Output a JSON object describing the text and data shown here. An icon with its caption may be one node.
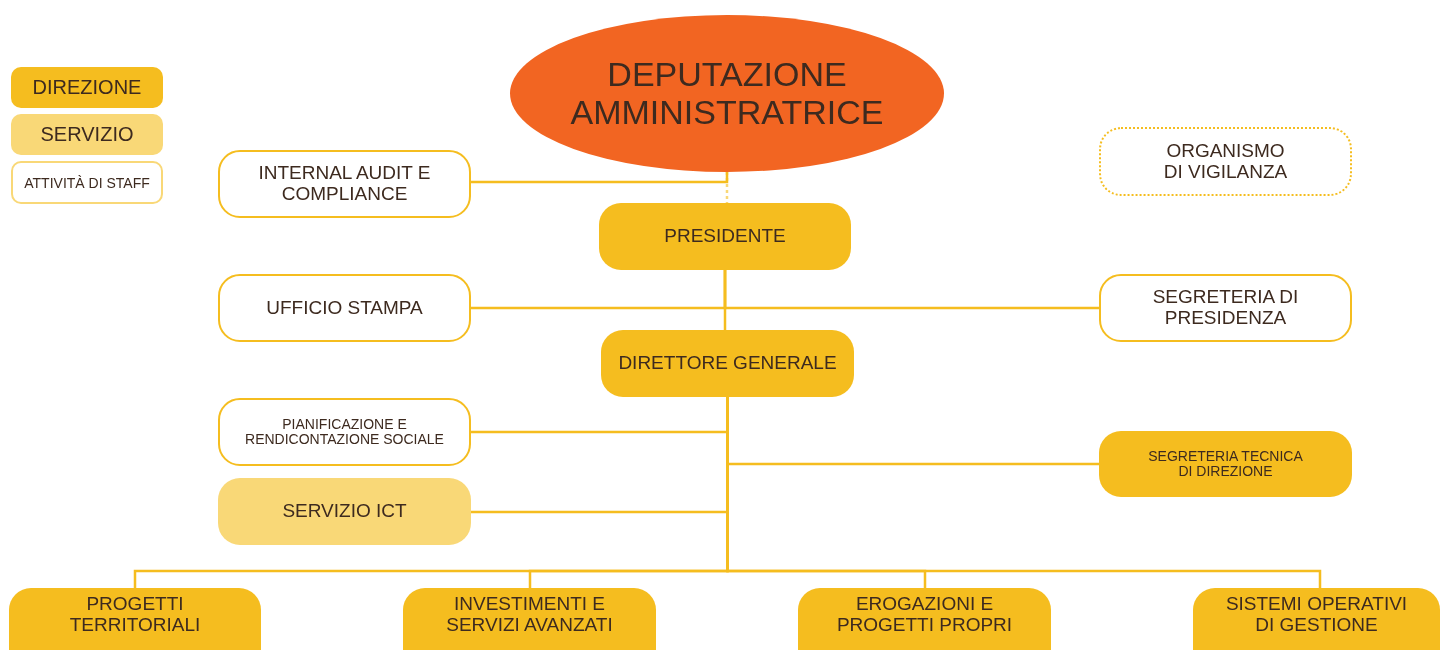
{
  "diagram": {
    "nodes": [
      {
        "text": [
          "DEPUTAZIONE AMMINISTRATRICE"
        ]
      },
      {
        "text": [
          "INTERNAL AUDIT E COMPLIANCE"
        ]
      },
      {
        "text": [
          "ORGANISMO DI VIGILANZA"
        ]
      },
      {
        "text": [
          "PRESIDENTE"
        ]
      },
      {
        "text": [
          "UFFICIO STAMPA"
        ]
      },
      {
        "text": [
          "SEGRETERIA DI PRESIDENZA"
        ]
      },
      {
        "text": [
          "DIRETTORE GENERALE"
        ]
      },
      {
        "text": [
          "PIANIFICAZIONE E RENDICONTAZIONE SOCIALE"
        ]
      },
      {
        "text": [
          "SEGRETERIA TECNICA DI DIREZIONE"
        ]
      },
      {
        "text": [
          "SERVIZIO ICT"
        ]
      },
      {
        "text": [
          "PROGETTI TERRITORIALI"
        ]
      },
      {
        "text": [
          "INVESTIMENTI E SERVIZI AVANZATI"
        ]
      },
      {
        "text": [
          "EROGAZIONI E PROGETTI PROPRI"
        ]
      },
      {
        "text": [
          "SISTEMI OPERATIVI DI GESTIONE"
        ]
      }
    ],
    "edges": [
      {
        "from": 0,
        "to": 3,
        "arrow": "none",
        "style": "dashed"
      },
      {
        "from": 1,
        "to": 0,
        "arrow": "none"
      },
      {
        "from": 3,
        "to": 4,
        "arrow": "none"
      },
      {
        "from": 3,
        "to": 5,
        "arrow": "none"
      },
      {
        "from": 3,
        "to": 6,
        "arrow": "none"
      },
      {
        "from": 6,
        "to": 7,
        "arrow": "none"
      },
      {
        "from": 6,
        "to": 8,
        "arrow": "none"
      },
      {
        "from": 6,
        "to": 9,
        "arrow": "none"
      },
      {
        "from": 6,
        "to": 10,
        "arrow": "none"
      },
      {
        "from": 6,
        "to": 11,
        "arrow": "none"
      },
      {
        "from": 6,
        "to": 12,
        "arrow": "none"
      },
      {
        "from": 6,
        "to": 13,
        "arrow": "none"
      }
    ],
    "legend": [
      {
        "text": "DIREZIONE",
        "color": "#f5bd1f"
      },
      {
        "text": "SERVIZIO",
        "color": "#f9d877"
      },
      {
        "text": "ATTIVITÀ DI STAFF"
      }
    ]
  }
}
